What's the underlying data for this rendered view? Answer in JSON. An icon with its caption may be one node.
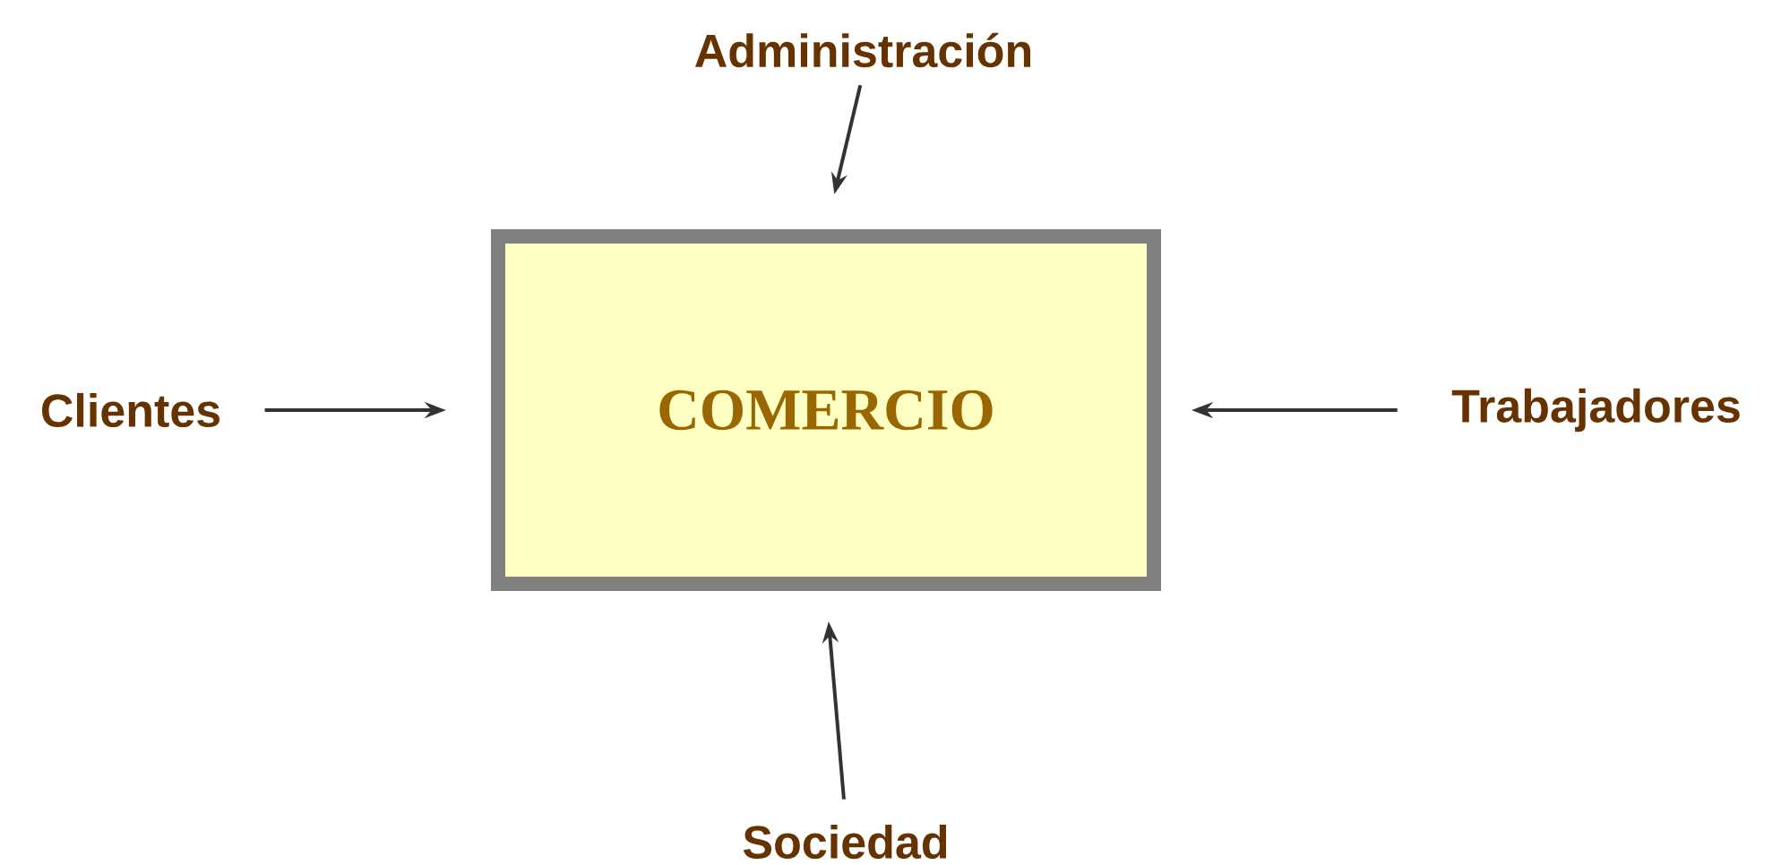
{
  "diagram": {
    "nodes": [
      {
        "text": [
          "Administración"
        ]
      },
      {
        "text": [
          "Clientes"
        ]
      },
      {
        "text": [
          "COMERCIO"
        ]
      },
      {
        "text": [
          "Trabajadores"
        ]
      },
      {
        "text": [
          "Sociedad"
        ]
      }
    ],
    "edges": [
      {
        "from": 0,
        "to": 2,
        "arrow": "to"
      },
      {
        "from": 1,
        "to": 2,
        "arrow": "to"
      },
      {
        "from": 3,
        "to": 2,
        "arrow": "to"
      },
      {
        "from": 4,
        "to": 2,
        "arrow": "to"
      }
    ]
  }
}
